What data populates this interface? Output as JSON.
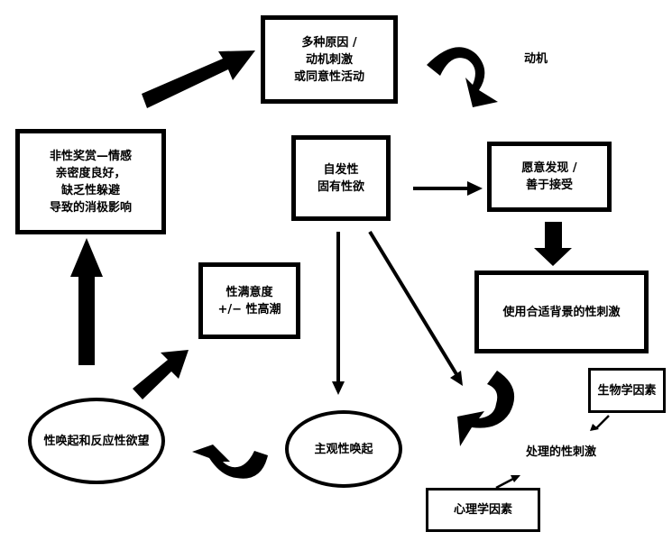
{
  "diagram": {
    "type": "flowchart",
    "theme": {
      "stroke": "#000000",
      "background": "#ffffff",
      "text": "#000000"
    },
    "nodes": {
      "reasons": {
        "shape": "rectangle",
        "lines": [
          "多种原因 /",
          "动机刺激",
          "或同意性活动"
        ]
      },
      "motivation": {
        "shape": "label",
        "lines": [
          "动机"
        ]
      },
      "nonsexual_rewards": {
        "shape": "rectangle",
        "lines": [
          "非性奖赏—情感",
          "亲密度良好，",
          "缺乏性躲避",
          "导致的消极影响"
        ]
      },
      "spontaneous_desire": {
        "shape": "rectangle",
        "lines": [
          "自发性",
          "固有性欲"
        ]
      },
      "willingness": {
        "shape": "rectangle",
        "lines": [
          "愿意发现 /",
          "善于接受"
        ]
      },
      "stimuli_context": {
        "shape": "rectangle",
        "lines": [
          "使用合适背景的性刺激"
        ]
      },
      "satisfaction": {
        "shape": "rectangle",
        "lines": [
          "性满意度",
          "+/−  性高潮"
        ]
      },
      "arousal_desire": {
        "shape": "ellipse",
        "lines": [
          "性唤起和反应性欲望"
        ]
      },
      "subjective_arousal": {
        "shape": "ellipse",
        "lines": [
          "主观性唤起"
        ]
      },
      "biological": {
        "shape": "rectangle",
        "lines": [
          "生物学因素"
        ]
      },
      "processing": {
        "shape": "label",
        "lines": [
          "处理的性刺激"
        ]
      },
      "psychological": {
        "shape": "rectangle",
        "lines": [
          "心理学因素"
        ]
      }
    },
    "edges": [
      {
        "from": "nonsexual_rewards",
        "to": "reasons",
        "style": "block-arrow"
      },
      {
        "from": "reasons",
        "to": "willingness",
        "style": "curved-arrow",
        "label": "动机"
      },
      {
        "from": "spontaneous_desire",
        "to": "willingness",
        "style": "line-arrow"
      },
      {
        "from": "willingness",
        "to": "stimuli_context",
        "style": "block-arrow"
      },
      {
        "from": "stimuli_context",
        "to": "processing",
        "style": "curved-arrow"
      },
      {
        "from": "spontaneous_desire",
        "to": "subjective_arousal",
        "style": "line-arrow"
      },
      {
        "from": "spontaneous_desire",
        "to": "processing",
        "style": "line-arrow"
      },
      {
        "from": "biological",
        "to": "processing",
        "style": "thin-arrow"
      },
      {
        "from": "psychological",
        "to": "processing",
        "style": "thin-arrow"
      },
      {
        "from": "subjective_arousal",
        "to": "arousal_desire",
        "style": "curved-arrow"
      },
      {
        "from": "arousal_desire",
        "to": "satisfaction",
        "style": "block-arrow"
      },
      {
        "from": "arousal_desire",
        "to": "nonsexual_rewards",
        "style": "block-arrow"
      }
    ]
  }
}
